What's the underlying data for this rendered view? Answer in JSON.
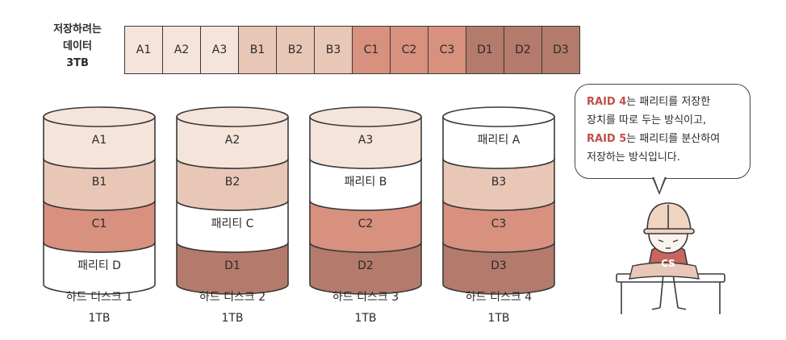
{
  "data_label": [
    "저장하려는",
    "데이터",
    "3TB"
  ],
  "strip": [
    {
      "label": "A1",
      "color": "#f5e4da"
    },
    {
      "label": "A2",
      "color": "#f5e4da"
    },
    {
      "label": "A3",
      "color": "#f5e4da"
    },
    {
      "label": "B1",
      "color": "#e9c7b7"
    },
    {
      "label": "B2",
      "color": "#e9c7b7"
    },
    {
      "label": "B3",
      "color": "#e9c7b7"
    },
    {
      "label": "C1",
      "color": "#d8907f"
    },
    {
      "label": "C2",
      "color": "#d8907f"
    },
    {
      "label": "C3",
      "color": "#d8907f"
    },
    {
      "label": "D1",
      "color": "#b47a6c"
    },
    {
      "label": "D2",
      "color": "#b47a6c"
    },
    {
      "label": "D3",
      "color": "#b47a6c"
    }
  ],
  "colors": {
    "A": "#f5e4da",
    "B": "#e9c7b7",
    "C": "#d8907f",
    "D": "#b47a6c",
    "parity": "#ffffff",
    "accent": "#c0504a",
    "stroke": "#3a3a3a"
  },
  "disks": [
    {
      "name": "하드 디스크 1",
      "size": "1TB",
      "blocks": [
        {
          "label": "A1",
          "group": "A"
        },
        {
          "label": "B1",
          "group": "B"
        },
        {
          "label": "C1",
          "group": "C"
        },
        {
          "label": "패리티 D",
          "group": "parity"
        }
      ]
    },
    {
      "name": "하드 디스크 2",
      "size": "1TB",
      "blocks": [
        {
          "label": "A2",
          "group": "A"
        },
        {
          "label": "B2",
          "group": "B"
        },
        {
          "label": "패리티 C",
          "group": "parity"
        },
        {
          "label": "D1",
          "group": "D"
        }
      ]
    },
    {
      "name": "하드 디스크 3",
      "size": "1TB",
      "blocks": [
        {
          "label": "A3",
          "group": "A"
        },
        {
          "label": "패리티 B",
          "group": "parity"
        },
        {
          "label": "C2",
          "group": "C"
        },
        {
          "label": "D2",
          "group": "D"
        }
      ]
    },
    {
      "name": "하드 디스크 4",
      "size": "1TB",
      "blocks": [
        {
          "label": "패리티 A",
          "group": "parity"
        },
        {
          "label": "B3",
          "group": "B"
        },
        {
          "label": "C3",
          "group": "C"
        },
        {
          "label": "D3",
          "group": "D"
        }
      ]
    }
  ],
  "bubble": {
    "line1_accent": "RAID 4",
    "line1_rest": "는 패리티를 저장한",
    "line2": "장치를 따로 두는 방식이고,",
    "line3_accent": "RAID 5",
    "line3_rest": "는 패리티를 분산하여",
    "line4": "저장하는 방식입니다."
  },
  "mascot": {
    "badge": "CS"
  }
}
